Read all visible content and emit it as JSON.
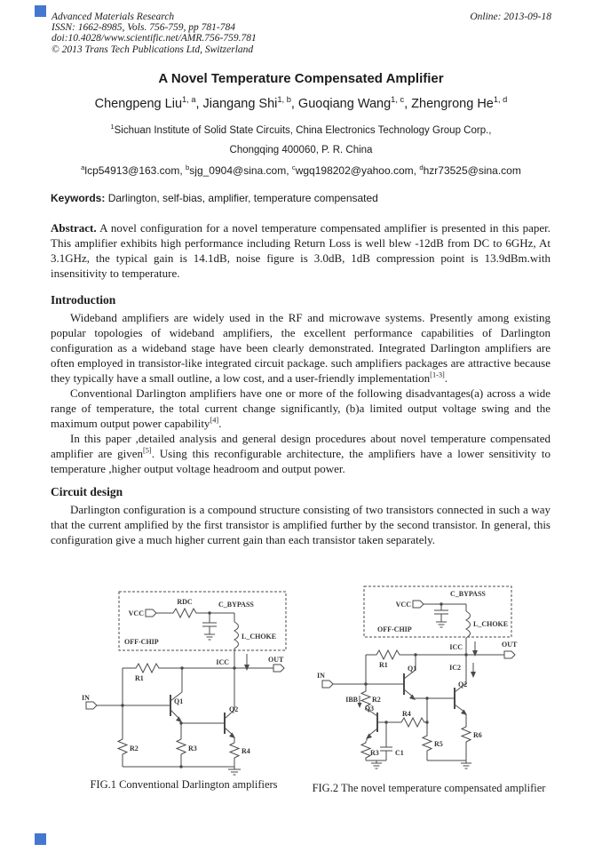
{
  "header": {
    "journal": "Advanced Materials Research",
    "issn_line": "ISSN: 1662-8985, Vols. 756-759, pp 781-784",
    "doi_line": "doi:10.4028/www.scientific.net/AMR.756-759.781",
    "copyright_line": "© 2013 Trans Tech Publications Ltd, Switzerland",
    "online_date": "Online: 2013-09-18"
  },
  "title": "A Novel Temperature Compensated Amplifier",
  "authors_segments": [
    {
      "t": "Chengpeng Liu"
    },
    {
      "sup": "1, a"
    },
    {
      "t": ", Jiangang Shi"
    },
    {
      "sup": "1, b"
    },
    {
      "t": ", Guoqiang Wang"
    },
    {
      "sup": "1, c"
    },
    {
      "t": ", Zhengrong He"
    },
    {
      "sup": "1, d"
    }
  ],
  "affiliation": {
    "line1_segments": [
      {
        "sup": "1"
      },
      {
        "t": "Sichuan Institute of Solid State Circuits, China Electronics Technology Group Corp.,"
      }
    ],
    "line2": "Chongqing 400060, P. R. China"
  },
  "emails_segments": [
    {
      "sup": "a"
    },
    {
      "t": "lcp54913@163.com, "
    },
    {
      "sup": "b"
    },
    {
      "t": "sjg_0904@sina.com, "
    },
    {
      "sup": "c"
    },
    {
      "t": "wgq198202@yahoo.com, "
    },
    {
      "sup": "d"
    },
    {
      "t": "hzr73525@sina.com"
    }
  ],
  "keywords_segments": [
    {
      "b": "Keywords:"
    },
    {
      "t": " Darlington, self-bias, amplifier, temperature compensated"
    }
  ],
  "abstract_segments": [
    {
      "b": "Abstract."
    },
    {
      "t": " A novel configuration for a novel temperature compensated amplifier is presented in this paper. This amplifier exhibits high performance including Return Loss is well blew -12dB from DC to 6GHz, At 3.1GHz, the typical gain is 14.1dB, noise figure is 3.0dB, 1dB compression point is 13.9dBm.with insensitivity to temperature."
    }
  ],
  "sections": [
    {
      "heading": "Introduction",
      "paragraphs": [
        {
          "segments": [
            {
              "t": "Wideband amplifiers are widely used in the RF and microwave systems. Presently among existing popular topologies of wideband amplifiers, the excellent performance capabilities of Darlington configuration as a wideband stage have been clearly demonstrated. Integrated Darlington amplifiers are often employed in transistor-like integrated circuit package. such amplifiers packages are attractive because they typically have a small outline, a low cost, and a user-friendly implementation"
            },
            {
              "sup": "[1-3]"
            },
            {
              "t": "."
            }
          ]
        },
        {
          "segments": [
            {
              "t": "Conventional Darlington amplifiers have one or more of the following disadvantages(a) across a wide range of temperature, the total current change significantly, (b)a limited output voltage swing and the maximum output power capability"
            },
            {
              "sup": "[4]"
            },
            {
              "t": "."
            }
          ]
        },
        {
          "segments": [
            {
              "t": "In this paper ,detailed analysis and general design procedures about novel temperature compensated amplifier are given"
            },
            {
              "sup": "[5]"
            },
            {
              "t": ". Using this reconfigurable architecture, the amplifiers have a lower sensitivity to temperature ,higher output voltage headroom and output power."
            }
          ]
        }
      ]
    },
    {
      "heading": "Circuit design",
      "paragraphs": [
        {
          "segments": [
            {
              "t": "Darlington configuration is a compound structure consisting of two transistors connected in such a way that the current amplified by the first transistor is amplified further by the second transistor. In general, this configuration give a much higher current gain than each transistor taken separately."
            }
          ]
        }
      ]
    }
  ],
  "figures": {
    "fig1": {
      "caption": "FIG.1 Conventional Darlington amplifiers",
      "labels": {
        "vcc": "VCC",
        "rdc": "RDC",
        "c_bypass": "C_BYPASS",
        "off_chip": "OFF-CHIP",
        "l_choke": "L_CHOKE",
        "icc": "ICC",
        "out": "OUT",
        "r1": "R1",
        "in": "IN",
        "q1": "Q1",
        "q2": "Q2",
        "r2": "R2",
        "r3": "R3",
        "r4": "R4"
      }
    },
    "fig2": {
      "caption": "FIG.2 The novel temperature compensated amplifier",
      "labels": {
        "vcc": "VCC",
        "c_bypass": "C_BYPASS",
        "off_chip": "OFF-CHIP",
        "l_choke": "L_CHOKE",
        "icc": "ICC",
        "out": "OUT",
        "r1": "R1",
        "in": "IN",
        "ibb": "IBB",
        "r2": "R2",
        "q1": "Q1",
        "ic2": "IC2",
        "q2": "Q2",
        "q3": "Q3",
        "r4": "R4",
        "r3": "R3",
        "c1": "C1",
        "r5": "R5",
        "r6": "R6"
      }
    }
  },
  "accent_color": "#4477d0"
}
